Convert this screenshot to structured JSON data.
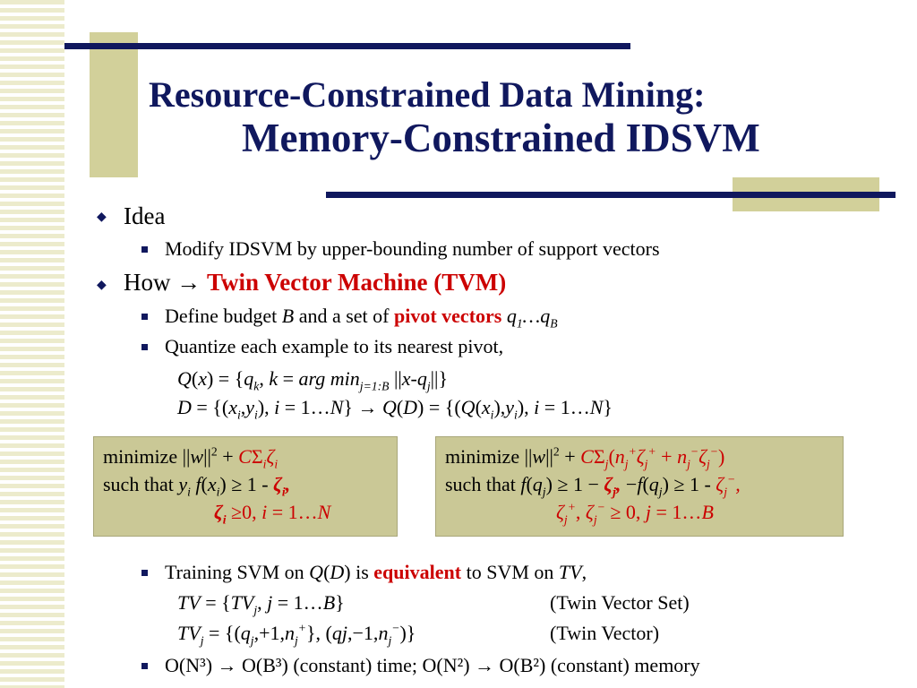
{
  "slide": {
    "title_line1": "Resource-Constrained Data Mining:",
    "title_line2": "Memory-Constrained IDSVM",
    "idea_heading": "Idea",
    "idea_item": "Modify IDSVM by upper-bounding number of support vectors",
    "how_heading": "How",
    "how_arrow": "→",
    "how_highlight": "Twin Vector Machine (TVM)",
    "budget_prefix": "Define budget ",
    "budget_var": "B",
    "budget_mid": " and a set of ",
    "budget_highlight": "pivot vectors",
    "quantize_text": "Quantize each example to its nearest pivot,",
    "q_definition": "Q(x) = {qk, k = arg minj=1:B ||x-qj||}",
    "d_definition": "D = {(xi,yi), i = 1…N} → Q(D) = {(Q(xi),yi), i = 1…N}",
    "box_left": {
      "line1": "minimize ||w||² + CΣiζi",
      "line2": "such that yi f(xi) ≥ 1 - ζi,",
      "line3": "ζi ≥0, i = 1…N"
    },
    "box_right": {
      "line1": "minimize ||w||² + CΣj(nj⁺ζj⁺ + nj⁻ζj⁻)",
      "line2": "such that f(qj) ≥ 1 − ζj, −f(qj) ≥ 1 - ζj⁻,",
      "line3": "ζj⁺, ζj⁻ ≥ 0, j = 1…B"
    },
    "training_prefix": "Training SVM on ",
    "training_mid": " is ",
    "training_highlight": "equivalent",
    "training_suffix": " to SVM on ",
    "tv_set_label": "(Twin Vector Set)",
    "tv_label": "(Twin Vector)",
    "complexity_text": "O(N³) → O(B³) (constant) time;  O(N²) → O(B²) (constant) memory"
  },
  "colors": {
    "navy": "#10185e",
    "red": "#cc0000",
    "box": "#cac896",
    "stripe": "#ecebcc",
    "accent": "#d2d09a"
  }
}
